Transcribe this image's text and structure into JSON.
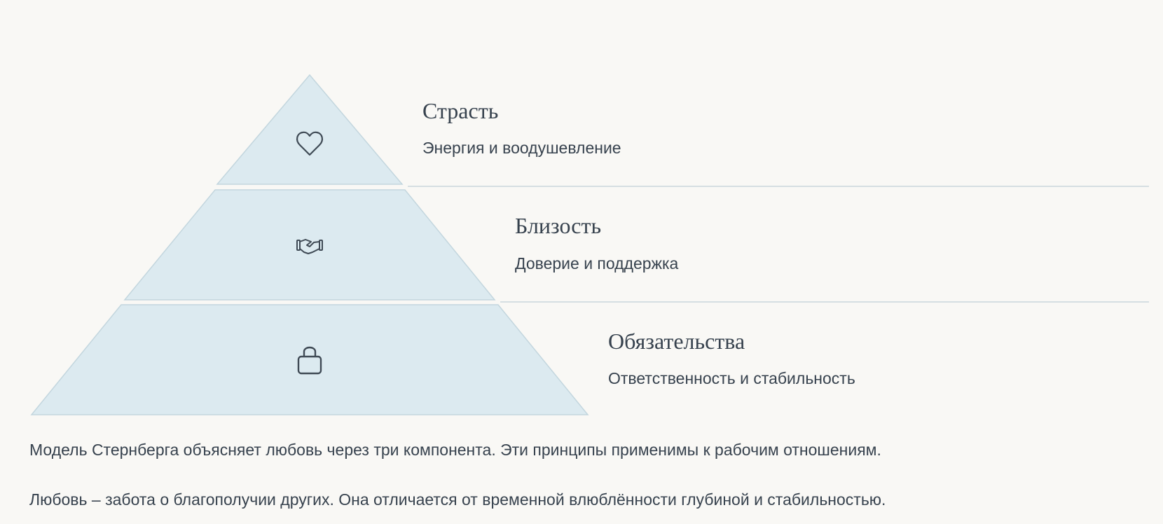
{
  "tiers": [
    {
      "title": "Страсть",
      "description": "Энергия и воодушевление",
      "icon": "heart-icon"
    },
    {
      "title": "Близость",
      "description": "Доверие и поддержка",
      "icon": "handshake-icon"
    },
    {
      "title": "Обязательства",
      "description": "Ответственность и стабильность",
      "icon": "lock-icon"
    }
  ],
  "paragraphs": [
    "Модель Стернберга объясняет любовь через три компонента. Эти принципы применимы к рабочим отношениям.",
    "Любовь – забота о благополучии других. Она отличается от временной влюблённости глубиной и стабильностью."
  ],
  "colors": {
    "background": "#f9f8f5",
    "tier_fill": "#dceaf0",
    "tier_stroke": "#c3d6de",
    "text": "#37424e"
  }
}
